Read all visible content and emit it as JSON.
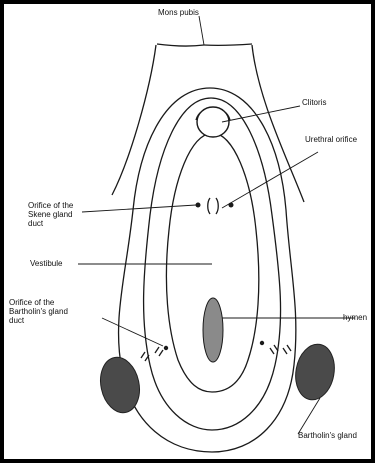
{
  "diagram": {
    "labels": {
      "mons_pubis": "Mons pubis",
      "clitoris": "Clitoris",
      "urethral_orifice": "Urethral orifice",
      "skene_orifice": "Orifice of the\nSkene gland\nduct",
      "vestibule": "Vestibule",
      "bartholin_orifice": "Orifice of the\nBartholin's gland\nduct",
      "hymen": "hymen",
      "bartholin_gland": "Bartholin's gland"
    },
    "colors": {
      "outline": "#1a1a1a",
      "hymen_fill": "#8a8a8a",
      "gland_fill": "#4a4a4a"
    }
  }
}
